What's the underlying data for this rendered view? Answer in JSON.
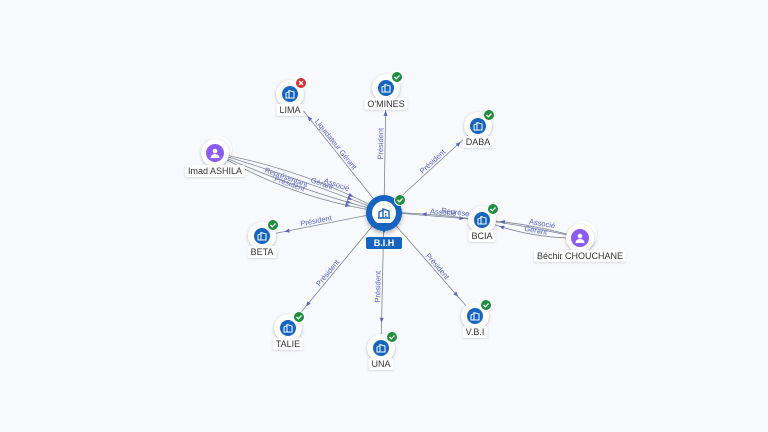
{
  "center": {
    "name": "B.I.H",
    "type": "company",
    "status": "active"
  },
  "nodes": [
    {
      "id": "lima",
      "name": "LIMA",
      "type": "company",
      "status": "closed"
    },
    {
      "id": "omines",
      "name": "O'MINES",
      "type": "company",
      "status": "active"
    },
    {
      "id": "daba",
      "name": "DABA",
      "type": "company",
      "status": "active"
    },
    {
      "id": "imad",
      "name": "Imad ASHILA",
      "type": "person",
      "status": "none"
    },
    {
      "id": "bcia",
      "name": "BCIA",
      "type": "company",
      "status": "active"
    },
    {
      "id": "bechir",
      "name": "Béchir CHOUCHANE",
      "type": "person",
      "status": "none"
    },
    {
      "id": "beta",
      "name": "BETA",
      "type": "company",
      "status": "active"
    },
    {
      "id": "talie",
      "name": "TALIE",
      "type": "company",
      "status": "active"
    },
    {
      "id": "una",
      "name": "UNA",
      "type": "company",
      "status": "active"
    },
    {
      "id": "vbi",
      "name": "V.B.I",
      "type": "company",
      "status": "active"
    }
  ],
  "edges": [
    {
      "from": "center",
      "to": "lima",
      "label": "Liquidateur Gérant"
    },
    {
      "from": "center",
      "to": "omines",
      "label": "Président"
    },
    {
      "from": "center",
      "to": "daba",
      "label": "Président"
    },
    {
      "from": "imad",
      "to": "center",
      "label": "Président"
    },
    {
      "from": "imad",
      "to": "center",
      "label": "Représentant"
    },
    {
      "from": "imad",
      "to": "center",
      "label": "Gérant"
    },
    {
      "from": "imad",
      "to": "center",
      "label": "Associé"
    },
    {
      "from": "center",
      "to": "bcia",
      "label": "Associé"
    },
    {
      "from": "bechir",
      "to": "center",
      "label": "Représentant"
    },
    {
      "from": "bechir",
      "to": "bcia",
      "label": "Gérant"
    },
    {
      "from": "bechir",
      "to": "bcia",
      "label": "Associé"
    },
    {
      "from": "center",
      "to": "beta",
      "label": "Président"
    },
    {
      "from": "center",
      "to": "talie",
      "label": "Président"
    },
    {
      "from": "center",
      "to": "una",
      "label": "Président"
    },
    {
      "from": "center",
      "to": "vbi",
      "label": "Président"
    }
  ],
  "colors": {
    "company": "#1565c0",
    "person": "#8b5cf6",
    "active": "#1e8e3e",
    "closed": "#d32f2f",
    "edge": "#7d8694",
    "edge_label": "#5a63c9"
  },
  "icons": {
    "company": "building-icon",
    "person": "person-icon",
    "active": "check-icon",
    "closed": "cross-icon"
  }
}
